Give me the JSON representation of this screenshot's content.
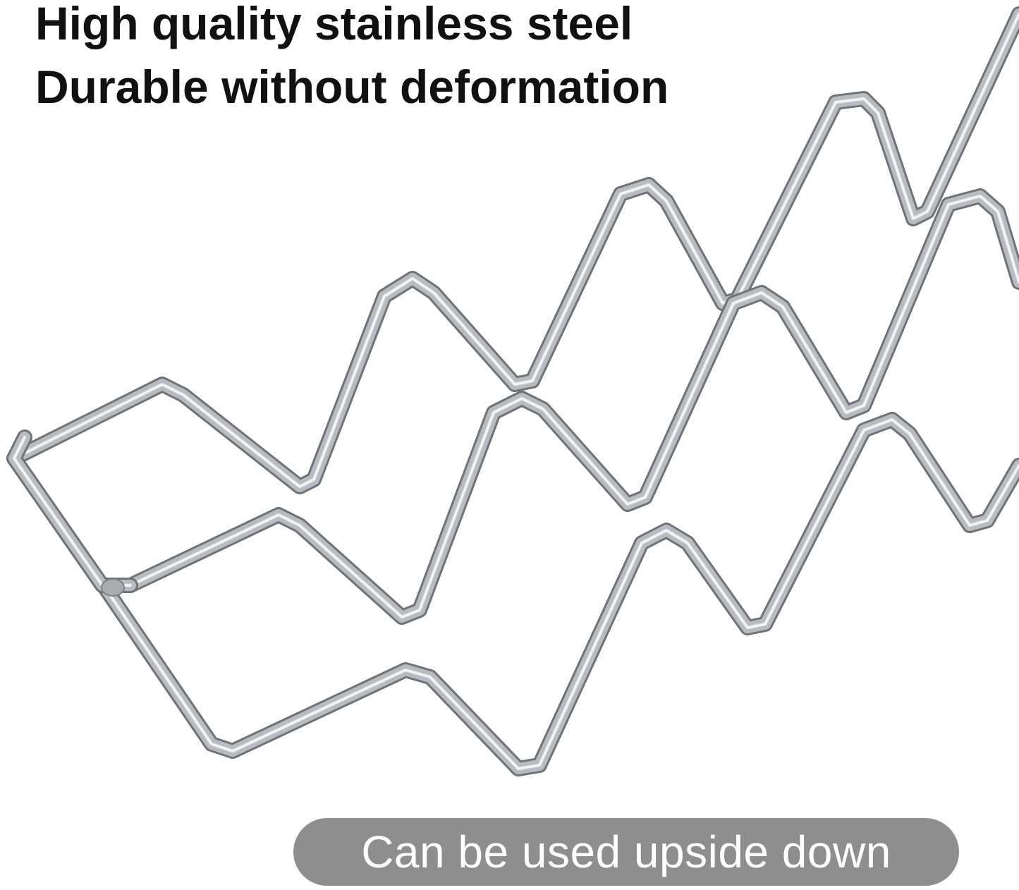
{
  "headline": {
    "line1": "High quality stainless steel",
    "line2": "Durable without deformation"
  },
  "badge": {
    "label": "Can be used upside down",
    "color": "#8e8e8e"
  },
  "product": {
    "material_color": "#b8bcc0",
    "highlight_color": "#f4f5f6",
    "shadow_color": "#6f7378"
  }
}
